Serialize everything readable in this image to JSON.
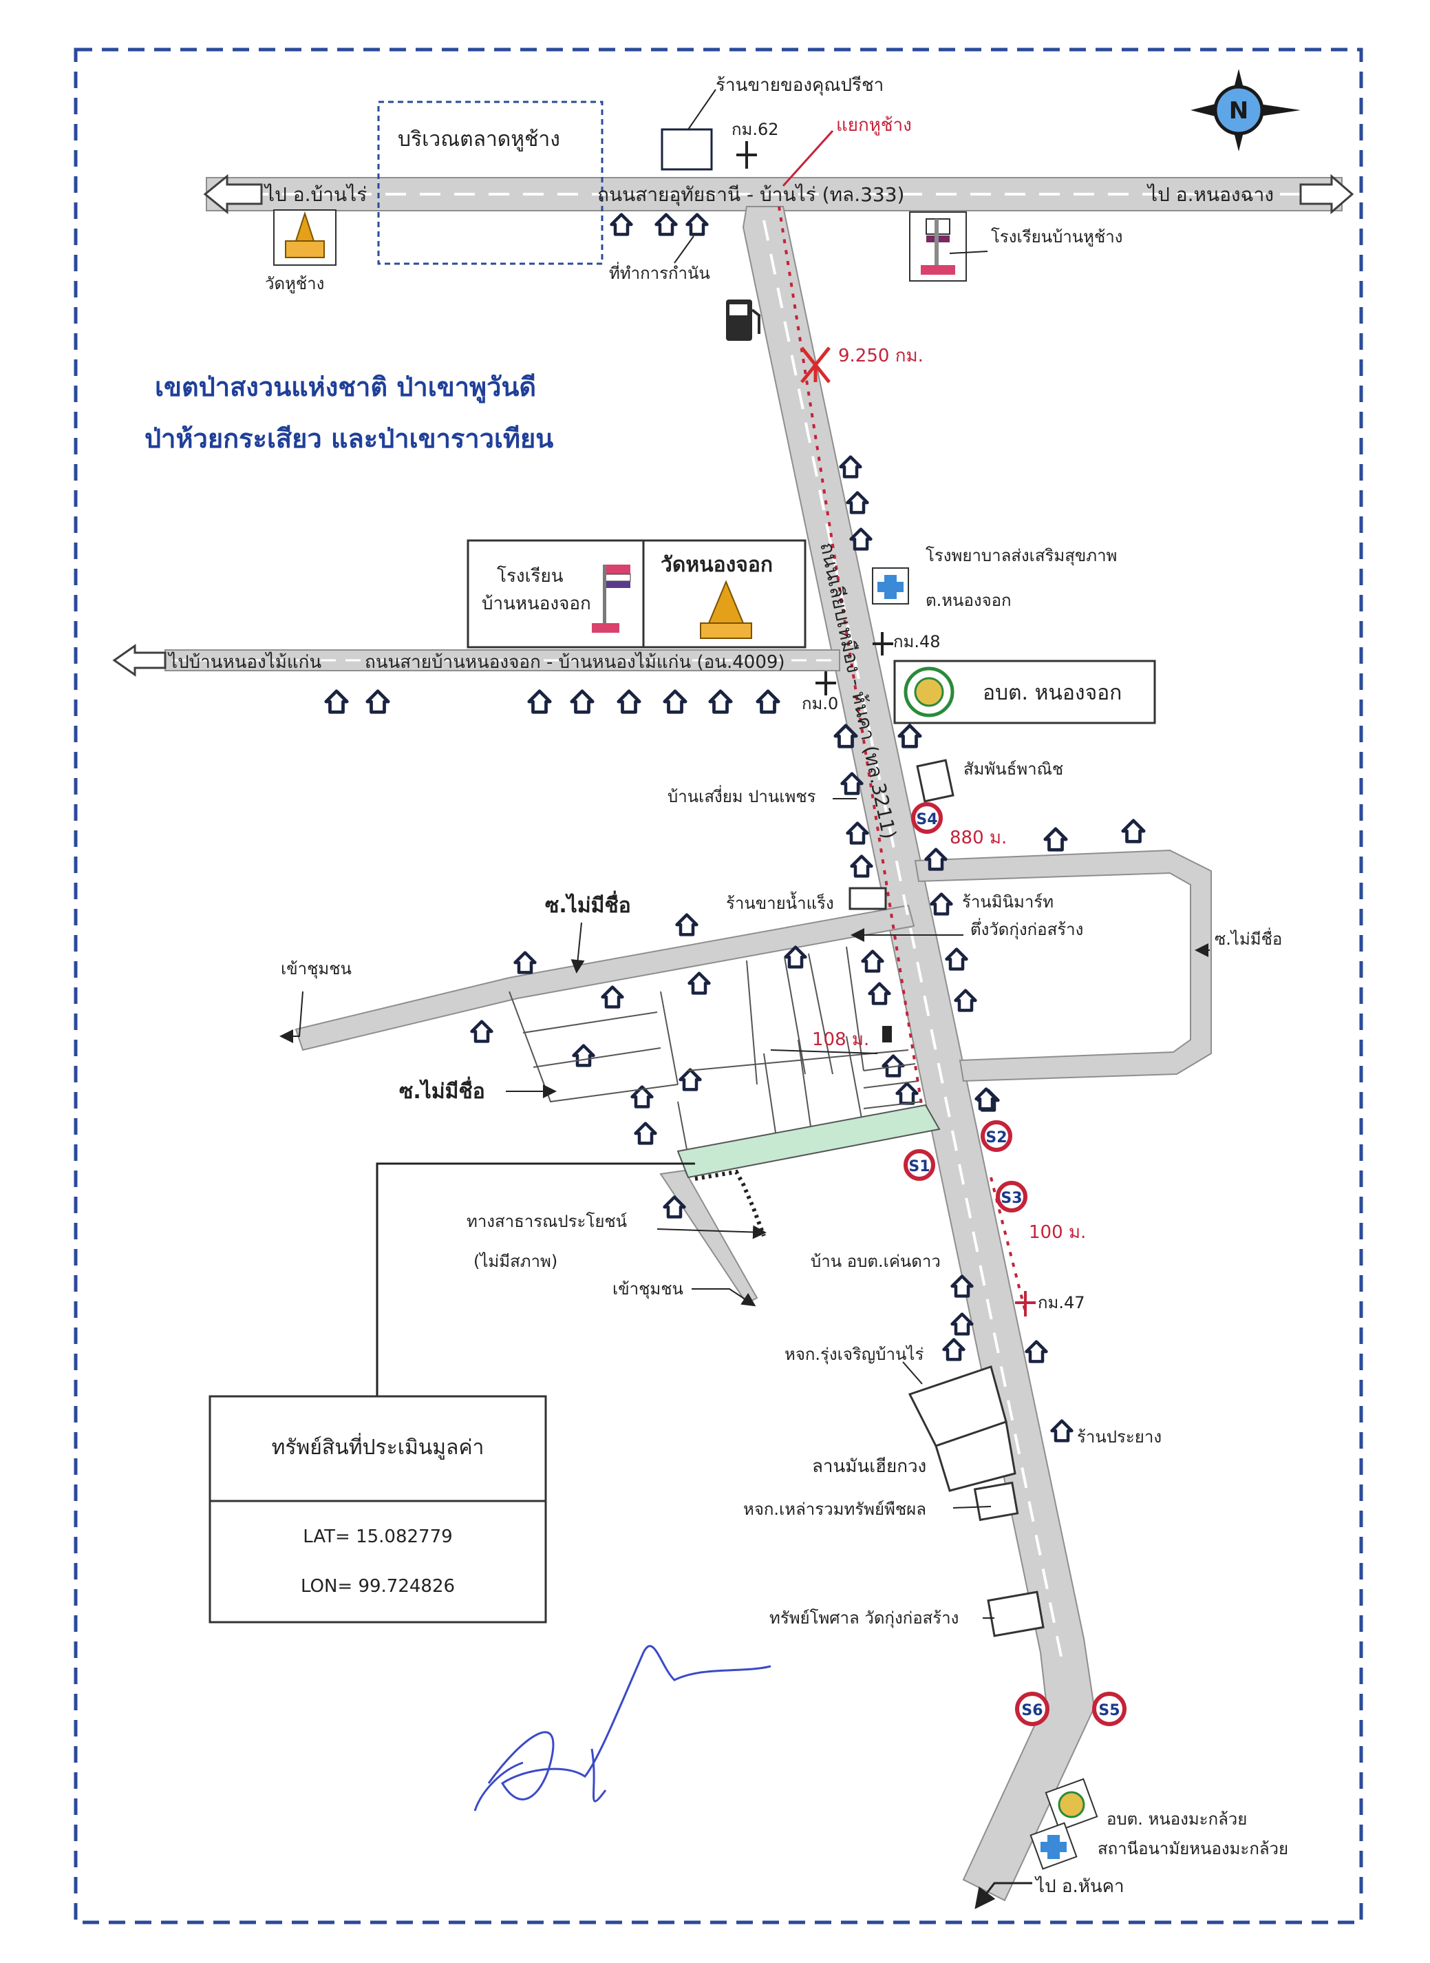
{
  "map": {
    "labels": {
      "market_area": "บริเวณตลาดหูช้าง",
      "shop_pricha": "ร้านขายของคุณปรีชา",
      "km62": "กม.62",
      "junction": "แยกหูช้าง",
      "to_ban_rai": "ไป อ.บ้านไร่",
      "main_road": "ถนนสายอุทัยธานี - บ้านไร่ (ทล.333)",
      "to_nong_chang": "ไป อ.หนองฉาง",
      "wat_hu_chang": "วัดหูช้าง",
      "kamnan_office": "ที่ทำการกำนัน",
      "school_hu_chang": "โรงเรียนบ้านหูช้าง",
      "dist_9250": "9.250 กม.",
      "forest_line1": "เขตป่าสงวนแห่งชาติ ป่าเขาพูวันดี",
      "forest_line2": "ป่าห้วยกระเสียว และป่าเขาราวเทียน",
      "school_nong_chok": "โรงเรียน\nบ้านหนองจอก",
      "wat_nong_chok": "วัดหนองจอก",
      "hospital_line1": "โรงพยาบาลส่งเสริมสุขภาพ",
      "hospital_line2": "ต.หนองจอก",
      "km48": "กม.48",
      "to_nong_mai_kaen": "ไปบ้านหนองไม้แก่น",
      "side_road": "ถนนสายบ้านหนองจอก - บ้านหนองไม้แก่น (อน.4009)",
      "km0": "กม.0",
      "vertical_road": "ถนนเลียบเหมือง - ห้นคา (ทล.3211)",
      "obt_nong_chok": "อบต. หนองจอก",
      "sampan": "สัมพันธ์พาณิช",
      "ban_sueam": "บ้านเสงี่ยม ปานเพชร",
      "dist_880": "880 ม.",
      "water_shop": "ร้านขายน้ำแร็ง",
      "minimart": "ร้านมินิมาร์ท",
      "opposite_wat": "ตึ่งวัดกุ่งก่อสร้าง",
      "soi_unnamed_top": "ซ.ไม่มีชื่อ",
      "soi_unnamed_right": "ซ.ไม่มีชื่อ",
      "into_community_left": "เข้าชุมชน",
      "dist_108": "108 ม.",
      "soi_unnamed_bottom": "ซ.ไม่มีชื่อ",
      "public_way_line1": "ทางสาธารณประโยชน์",
      "public_way_line2": "(ไม่มีสภาพ)",
      "into_community_bottom": "เข้าชุมชน",
      "house_obt": "บ้าน อบต.เค่นดาว",
      "dist_100": "100 ม.",
      "km47": "กม.47",
      "rung_charoen": "หจก.รุ่งเจริญบ้านไร่",
      "rubber_shop": "ร้านประยาง",
      "tapioca_yard": "ลานมันเฮียกวง",
      "lao_ruam": "หจก.เหล่ารวมทรัพย์พืชผล",
      "wat_sala": "ทรัพย์โพศาล วัดกุ่งก่อสร้าง",
      "obt_nong_mai": "อบต. หนองมะกล้วย",
      "health_station": "สถานีอนามัยหนองมะกล้วย",
      "to_hankha": "ไป อ.หันคา",
      "north": "N"
    },
    "markers": [
      "S1",
      "S2",
      "S3",
      "S4",
      "S5",
      "S6"
    ],
    "asset_box": {
      "title": "ทรัพย์สินที่ประเมินมูลค่า",
      "lat": "LAT= 15.082779",
      "lon": "LON= 99.724826"
    },
    "colors": {
      "road": "#d0d0d0",
      "border": "#2b4a9a",
      "accent_red": "#c4233a",
      "forest_text": "#1f3f98",
      "plot_fill": "#c7e8d1"
    }
  }
}
